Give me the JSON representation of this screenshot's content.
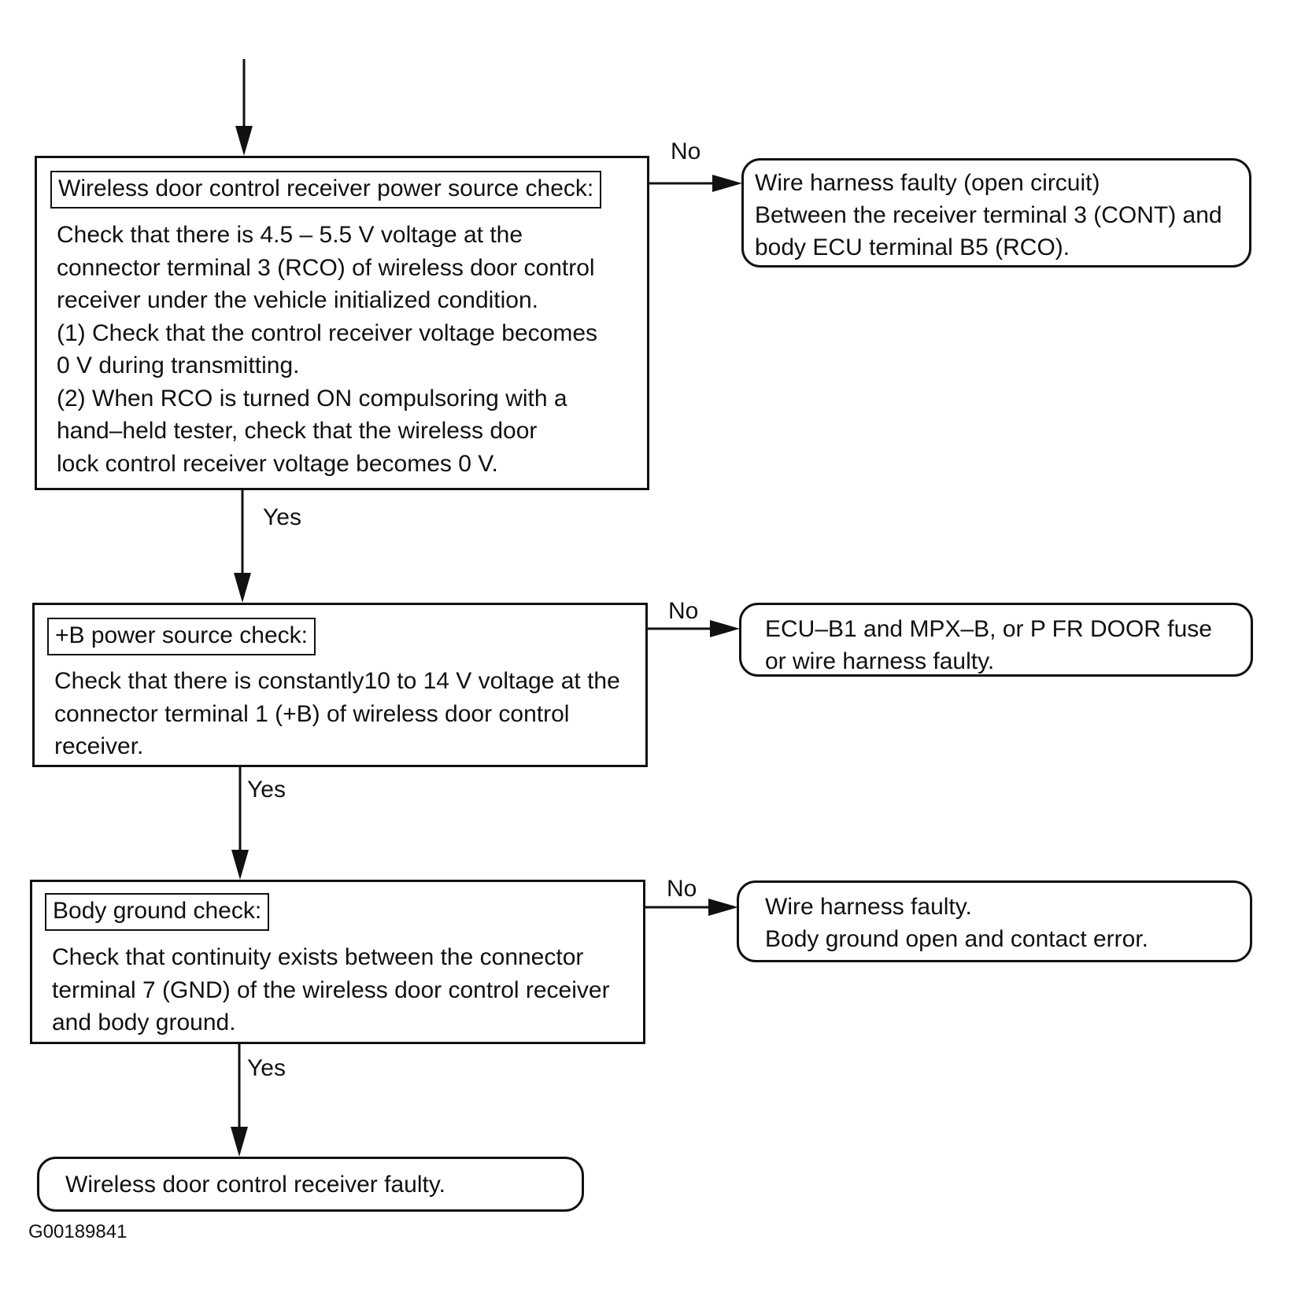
{
  "checks": [
    {
      "title": "Wireless door control receiver power source check:",
      "lines": [
        "Check that there is 4.5 – 5.5 V voltage at the",
        "connector terminal 3 (RCO) of wireless door control",
        "receiver under the vehicle initialized condition.",
        "(1) Check that the control receiver voltage becomes",
        "0 V during transmitting.",
        "(2) When RCO is turned ON compulsoring with a",
        "hand–held tester, check that the wireless door",
        "lock control receiver voltage becomes 0 V."
      ]
    },
    {
      "title": "+B power source check:",
      "lines": [
        "Check that there is constantly10 to 14 V voltage at the",
        "connector terminal 1 (+B) of wireless door control",
        "receiver."
      ]
    },
    {
      "title": "Body ground check:",
      "lines": [
        "Check that continuity exists between the connector",
        "terminal 7 (GND) of the wireless door control receiver",
        "and body ground."
      ]
    }
  ],
  "results": [
    {
      "lines": [
        "Wire harness faulty (open circuit)",
        "Between the receiver terminal 3 (CONT) and",
        "body ECU terminal B5 (RCO)."
      ]
    },
    {
      "lines": [
        "ECU–B1 and MPX–B, or P FR DOOR fuse",
        "or wire harness faulty."
      ]
    },
    {
      "lines": [
        "Wire harness faulty.",
        "Body ground open and contact error."
      ]
    }
  ],
  "final_result": "Wireless door control receiver faulty.",
  "labels": {
    "no": "No",
    "yes": "Yes"
  },
  "reference_code": "G00189841"
}
